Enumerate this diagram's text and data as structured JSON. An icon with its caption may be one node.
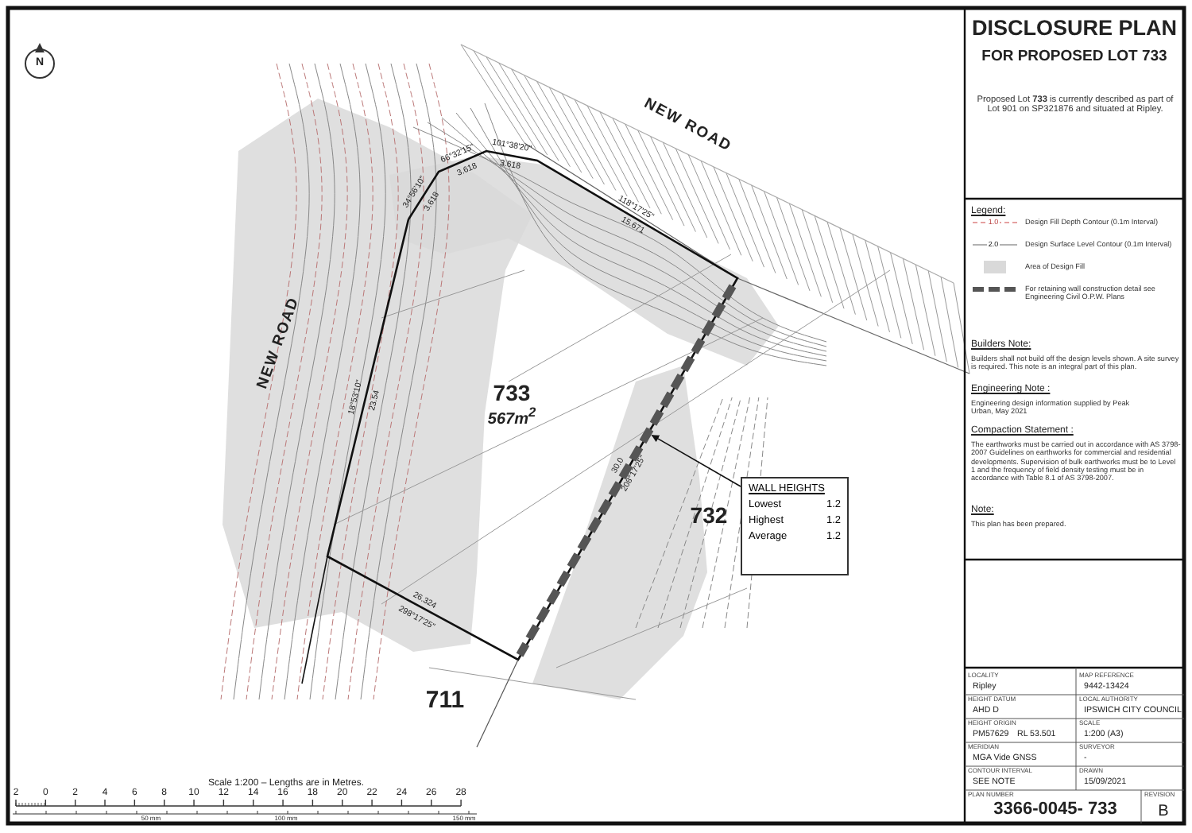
{
  "diagram": {
    "title": "DISCLOSURE PLAN",
    "nodes": [
      {
        "text": [
          "WALL HEIGHTS",
          "Lowest",
          "1.2",
          "Highest",
          "1.2",
          "Average",
          "1.2"
        ]
      },
      {
        "text": [],
        "shape": "bar"
      }
    ],
    "edges": [
      {
        "from": 0,
        "to": 1,
        "arrow": "to"
      }
    ],
    "labels": [
      "FOR PROPOSED LOT 733",
      "Proposed Lot **733** is currently described as part of Lot 901 on SP321876 and situated at Ripley.",
      "Legend:",
      "Builders Note:",
      "Builders shall not build off the design levels shown. A site survey is required. This note is an integral part of this plan.",
      "Engineering Note :",
      "Engineering design information supplied by Peak Urban, May 2021",
      "Compaction Statement :",
      "The earthworks must be carried out in accordance with AS 3798-2007 Guidelines on earthworks for commercial and residential developments. Supervision of bulk earthworks must be to Level 1 and the frequency of field density testing must be in accordance with Table 8.1 of AS 3798-2007.",
      "Note:",
      "This plan has been prepared.",
      "LOCALITY",
      "Ripley",
      "MAP REFERENCE",
      "9442-13424",
      "HEIGHT DATUM",
      "AHD D",
      "LOCAL AUTHORITY",
      "IPSWICH CITY COUNCIL",
      "HEIGHT ORIGIN",
      "PM57629",
      "RL 53.501",
      "SCALE",
      "1:200 (A3)",
      "MERIDIAN",
      "MGA Vide GNSS",
      "SURVEYOR",
      "-",
      "CONTOUR INTERVAL",
      "SEE NOTE",
      "DRAWN",
      "15/09/2021",
      "PLAN NUMBER",
      "3366-0045- 733",
      "REVISION",
      "B",
      "NEW ROAD",
      "NEW ROAD",
      "34°56'10\"",
      "3.618",
      "66°32'15\"",
      "3.618",
      "101°38'20\"",
      "3.618",
      "118°17'25\"",
      "15.671",
      "18°53'10\"",
      "23.54",
      "30.0",
      "208°17'25\"",
      "26.324",
      "298°17'25\"",
      "733",
      "567m$^{2}$",
      "732",
      "711",
      "N",
      "Scale 1:200 – Lengths are in Metres.",
      "2",
      "0",
      "2",
      "4",
      "6",
      "8",
      "10",
      "12",
      "14",
      "16",
      "18",
      "20",
      "22",
      "24",
      "26",
      "28",
      "50 mm",
      "100 mm",
      "150 mm",
      "1.0",
      "2.0"
    ],
    "legend": [
      {
        "text": "Design Fill Depth Contour (0.1m Interval)"
      },
      {
        "text": "Design Surface Level Contour (0.1m Interval)"
      },
      {
        "text": "Area of Design Fill",
        "color": "#d9d9d9"
      },
      {
        "text": "For retaining wall construction detail see Engineering Civil O.P.W. Plans"
      }
    ]
  }
}
